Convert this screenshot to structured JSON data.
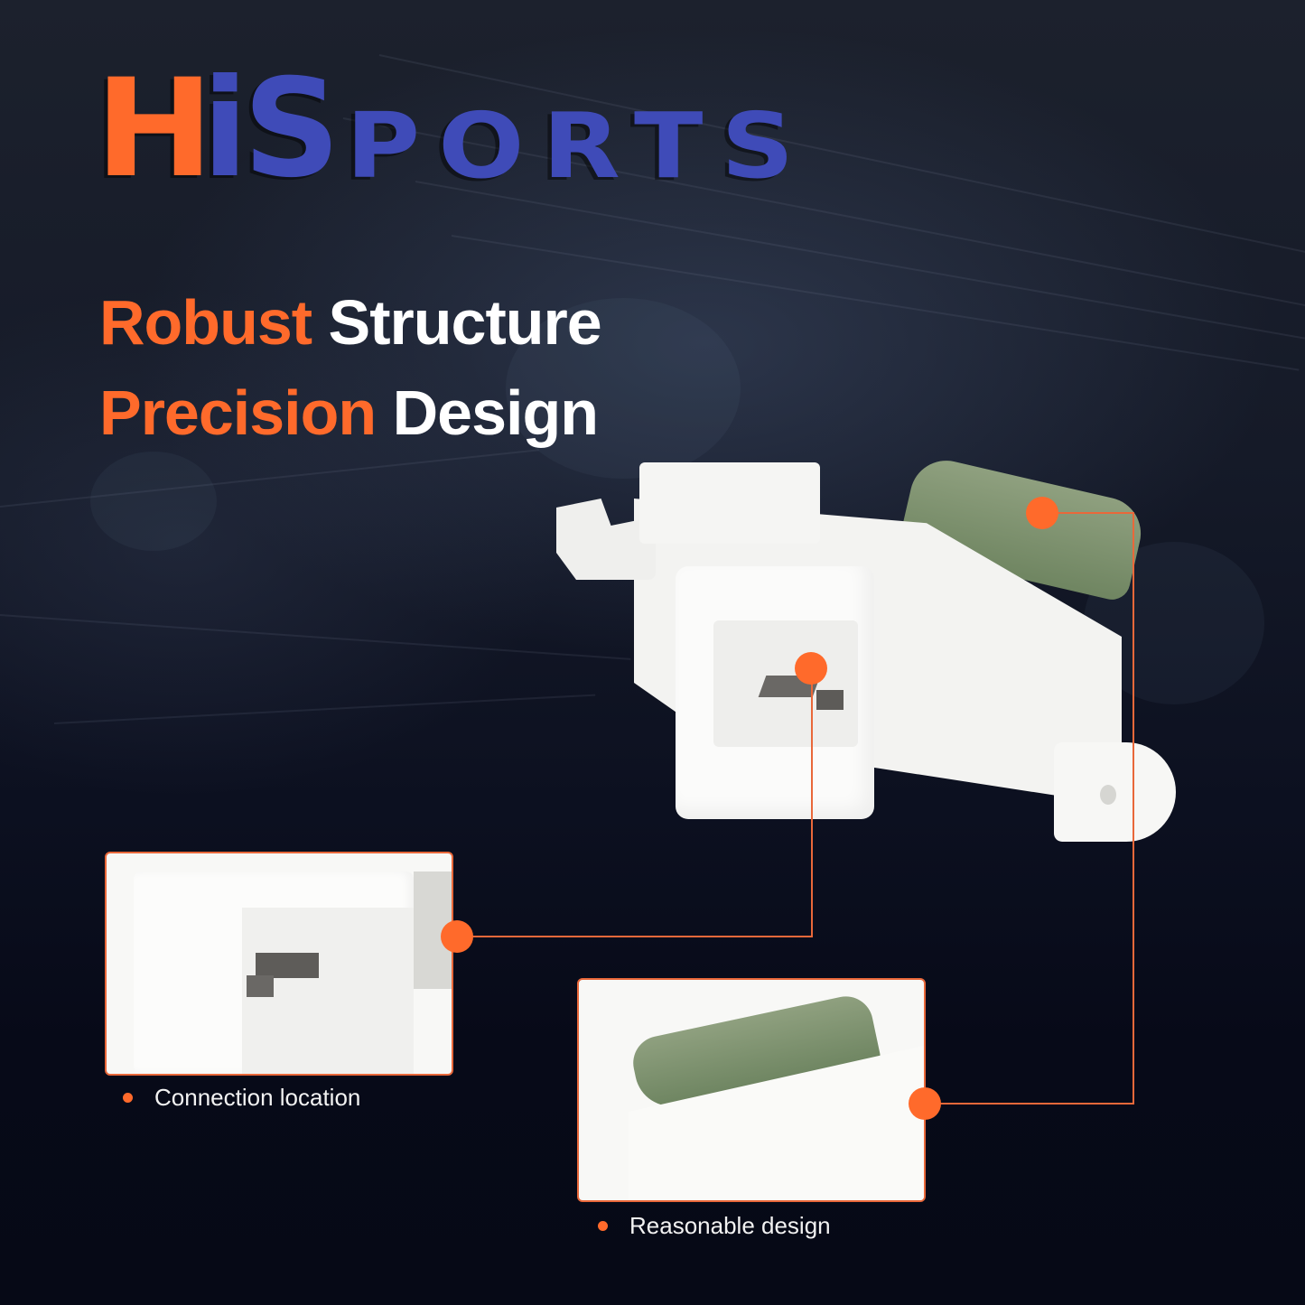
{
  "brand": {
    "logo_parts": [
      "H",
      "i",
      "S",
      "PORTS"
    ],
    "colors": {
      "orange": "#ff6a2b",
      "blue": "#3f4bb8",
      "background": "#070a18"
    }
  },
  "headline": {
    "line1": {
      "accent": "Robust",
      "plain": "Structure"
    },
    "line2": {
      "accent": "Precision",
      "plain": "Design"
    }
  },
  "product": {
    "description": "White plastic blower motor resistor with green resistor coil and metal connector terminals"
  },
  "callouts": [
    {
      "label": "Connection location",
      "icon": "bullet-dot-icon"
    },
    {
      "label": "Reasonable design",
      "icon": "bullet-dot-icon"
    }
  ]
}
